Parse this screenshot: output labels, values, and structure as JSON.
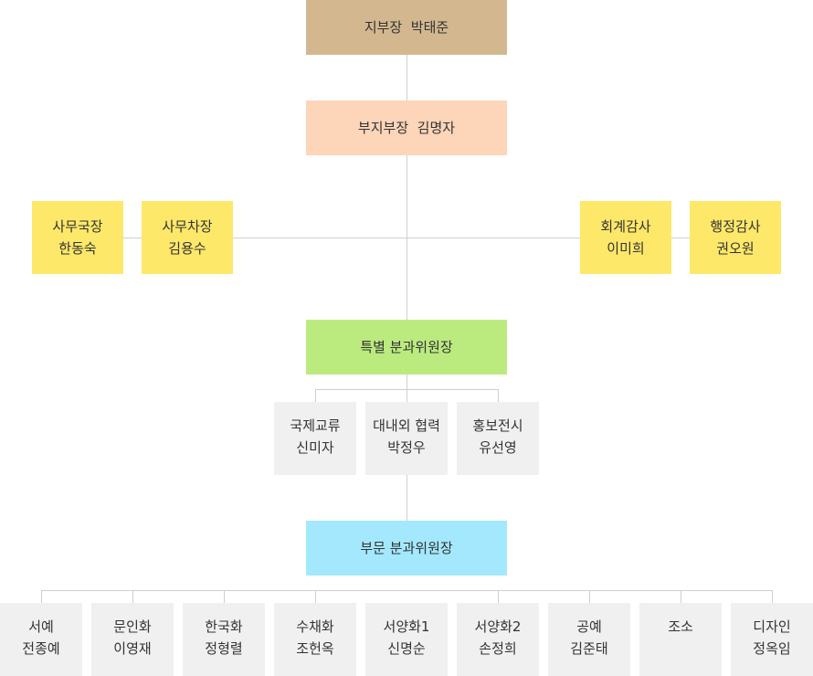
{
  "chief": {
    "label": "지부장  박태준"
  },
  "vice_chief": {
    "label": "부지부장  김명자"
  },
  "staff_left": [
    {
      "title": "사무국장",
      "name": "한동숙"
    },
    {
      "title": "사무차장",
      "name": "김용수"
    }
  ],
  "staff_right": [
    {
      "title": "회계감사",
      "name": "이미희"
    },
    {
      "title": "행정감사",
      "name": "권오원"
    }
  ],
  "special_committee": {
    "label": "특별 분과위원장",
    "members": [
      {
        "title": "국제교류",
        "name": "신미자"
      },
      {
        "title": "대내외 협력",
        "name": "박정우"
      },
      {
        "title": "홍보전시",
        "name": "유선영"
      }
    ]
  },
  "division_committee": {
    "label": "부문 분과위원장",
    "members": [
      {
        "title": "서예",
        "name": "전종예"
      },
      {
        "title": "문인화",
        "name": "이영재"
      },
      {
        "title": "한국화",
        "name": "정형렬"
      },
      {
        "title": "수채화",
        "name": "조헌옥"
      },
      {
        "title": "서양화1",
        "name": "신명순"
      },
      {
        "title": "서양화2",
        "name": "손정희"
      },
      {
        "title": "공예",
        "name": "김준태"
      },
      {
        "title": "조소",
        "name": ""
      },
      {
        "title": "디자인",
        "name": "정옥임"
      }
    ]
  }
}
